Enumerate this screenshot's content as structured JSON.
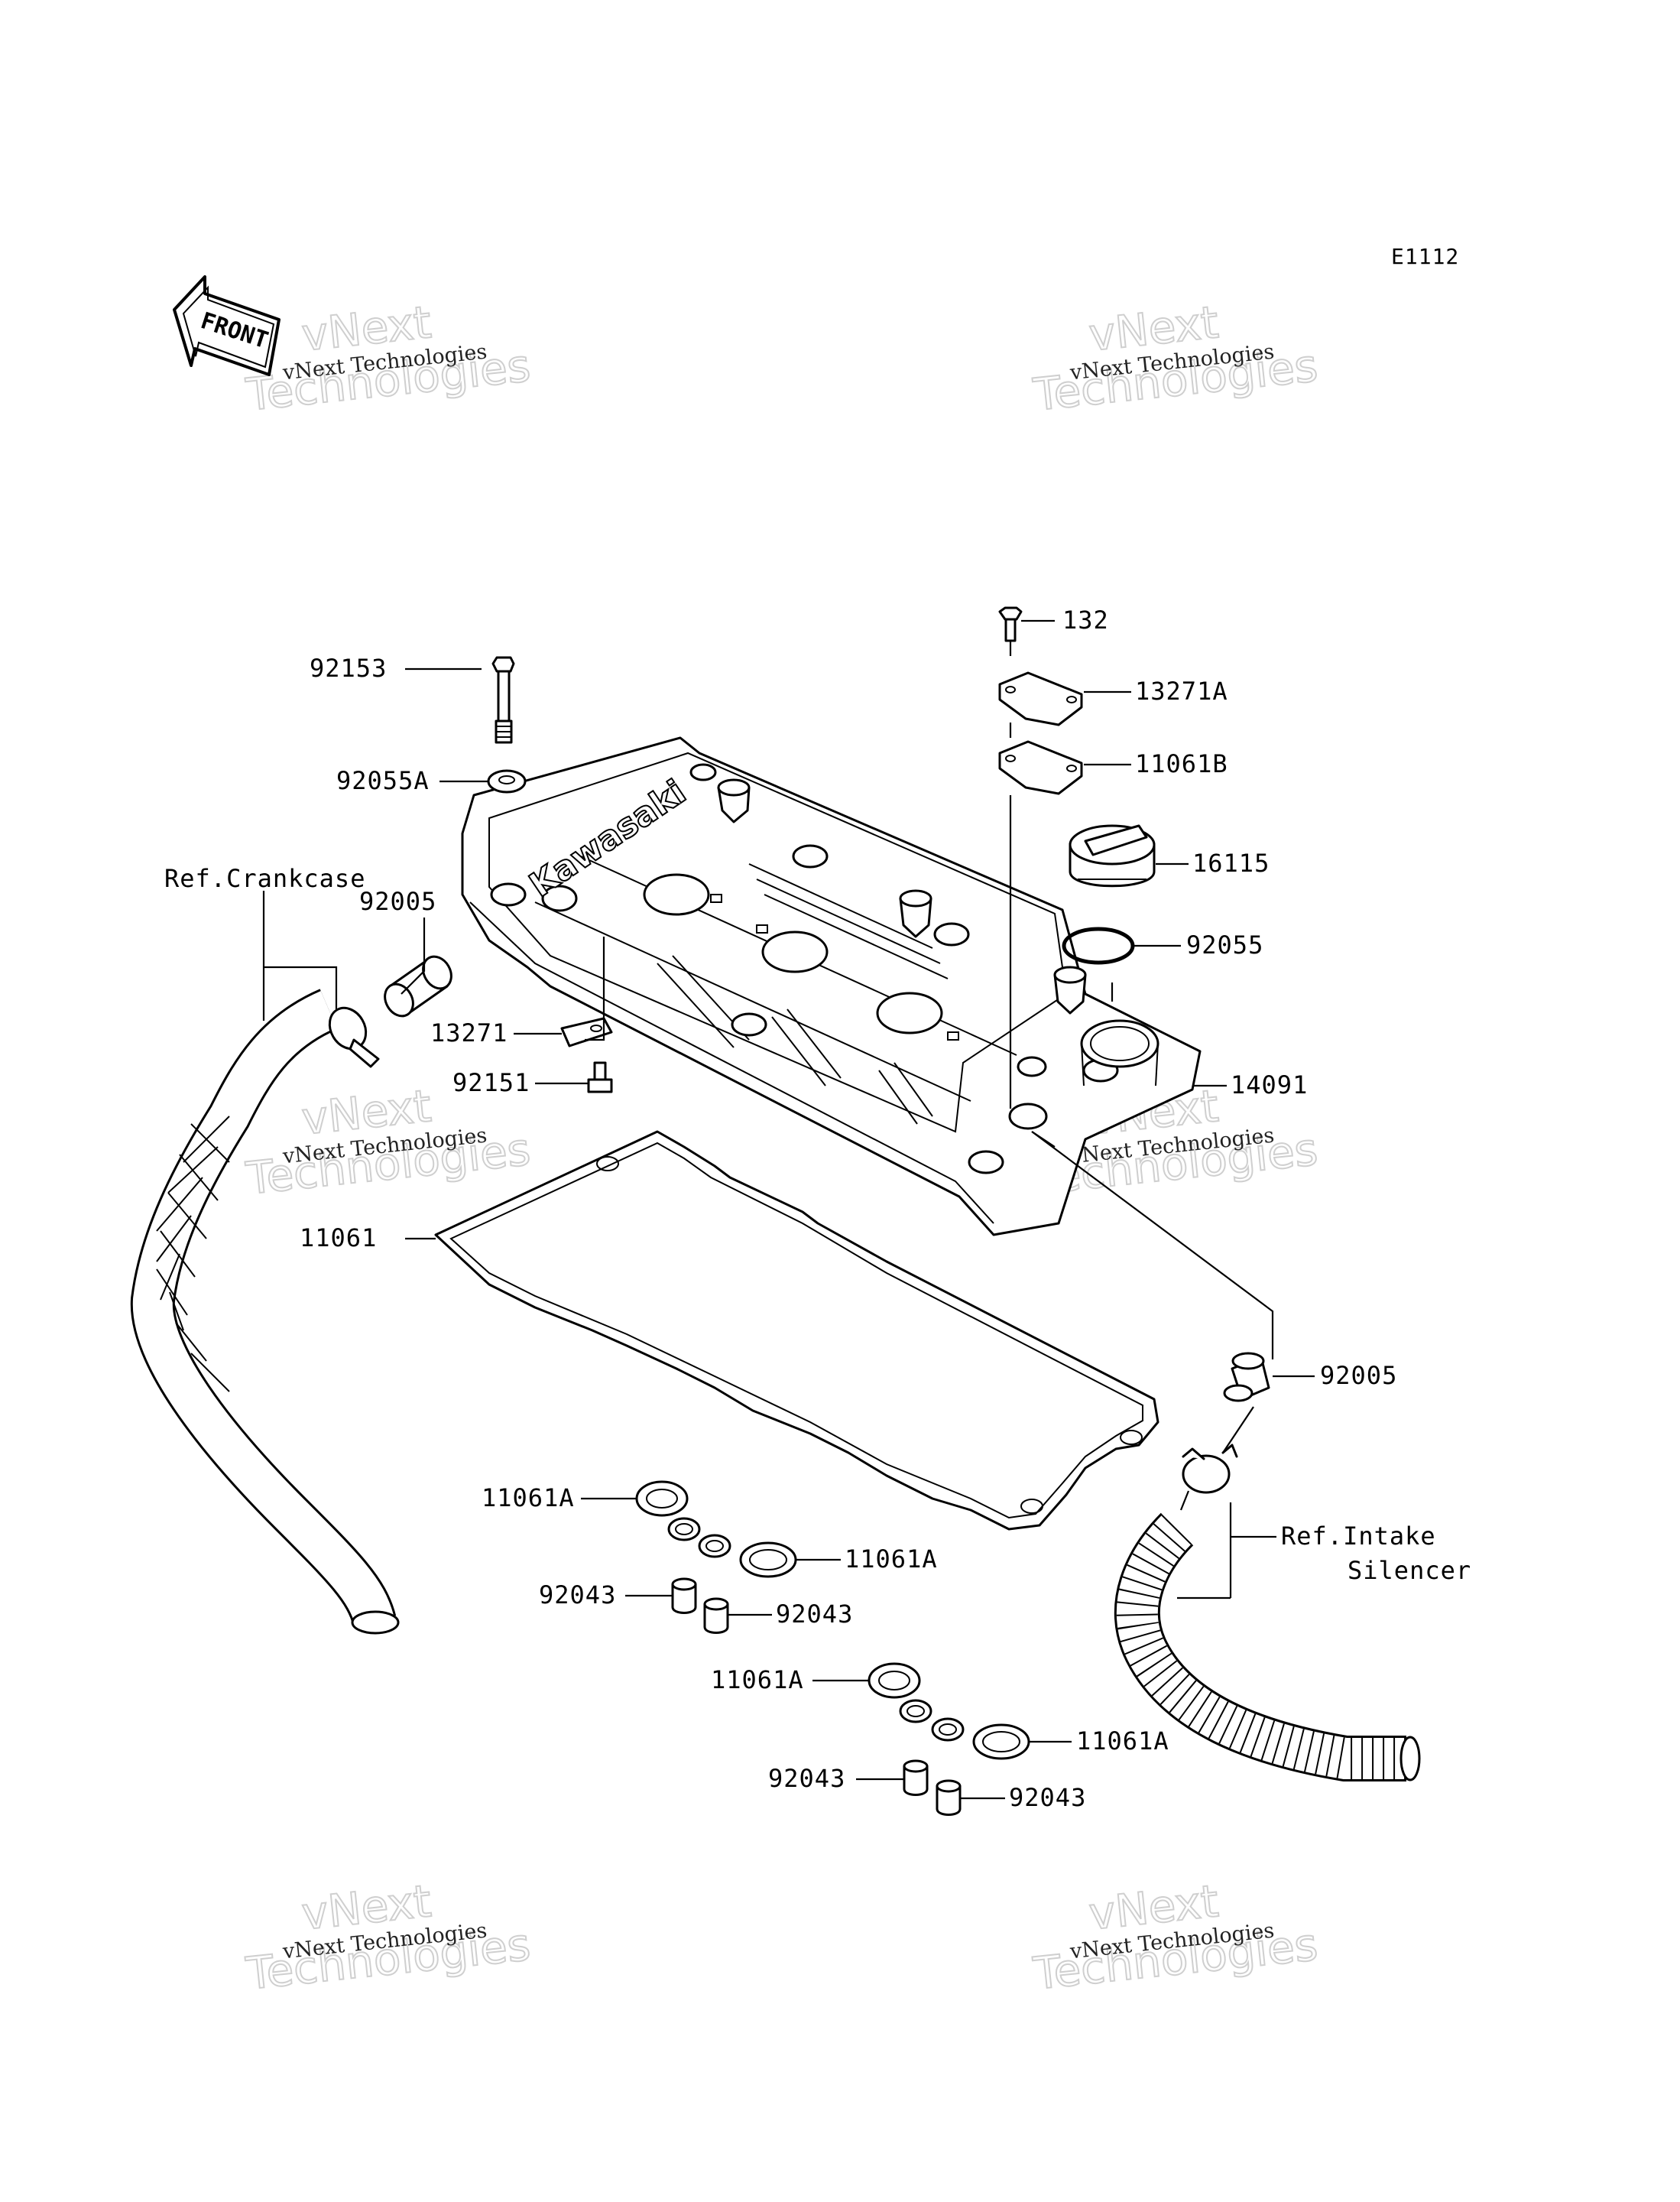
{
  "diagram_code": "E1112",
  "front_label": "FRONT",
  "brand_text": "Kawasaki",
  "watermark": {
    "line1": "vNext Technologies",
    "line2a": "vNext",
    "line2b": "Technologies"
  },
  "refs": {
    "crankcase": "Ref.Crankcase",
    "intake_line1": "Ref.Intake",
    "intake_line2": "Silencer"
  },
  "parts": {
    "p92153": "92153",
    "p92055A": "92055A",
    "p92005_left": "92005",
    "p13271": "13271",
    "p92151": "92151",
    "p11061": "11061",
    "p132": "132",
    "p13271A": "13271A",
    "p11061B": "11061B",
    "p16115": "16115",
    "p92055": "92055",
    "p14091": "14091",
    "p92005_right": "92005",
    "p11061A_1": "11061A",
    "p11061A_2": "11061A",
    "p92043_1": "92043",
    "p92043_2": "92043",
    "p11061A_3": "11061A",
    "p11061A_4": "11061A",
    "p92043_3": "92043",
    "p92043_4": "92043"
  }
}
